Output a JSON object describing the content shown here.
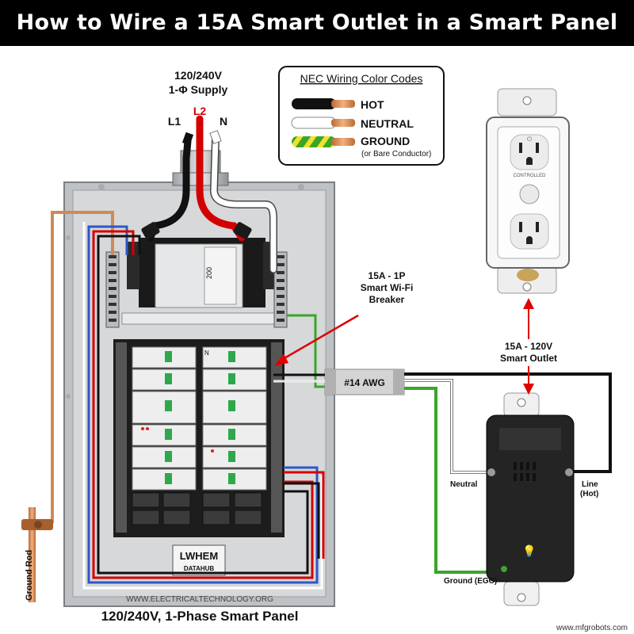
{
  "title": "How to Wire a 15A Smart Outlet in a Smart Panel",
  "supply": {
    "label_line1": "120/240V",
    "label_line2": "1-Φ Supply",
    "l1": "L1",
    "l2": "L2",
    "n": "N"
  },
  "legend": {
    "title": "NEC Wiring  Color Codes",
    "items": [
      {
        "label": "HOT",
        "sub": ""
      },
      {
        "label": "NEUTRAL",
        "sub": ""
      },
      {
        "label": "GROUND",
        "sub": "(or Bare Conductor)"
      }
    ]
  },
  "breaker": {
    "line1": "15A - 1P",
    "line2": "Smart Wi-Fi",
    "line3": "Breaker",
    "rating_200": "200",
    "n_marks": [
      "N",
      "N",
      "N",
      "N"
    ]
  },
  "outlet": {
    "line1": "15A - 120V",
    "line2": "Smart Outlet",
    "controlled": "CONTROLLED"
  },
  "cable": {
    "gauge": "#14 AWG"
  },
  "wire_labels": {
    "neutral": "Neutral",
    "line": "Line",
    "hot": "(Hot)",
    "ground": "Ground (EGC)",
    "ground_rod": "Ground Rod"
  },
  "panel": {
    "brand": "LWHEM",
    "brand_sub": "DATAHUB",
    "watermark": "WWW.ELECTRICALTECHNOLOGY.ORG",
    "caption": "120/240V, 1-Phase Smart Panel"
  },
  "credit": "www.mfgrobots.com",
  "colors": {
    "hot": "#111111",
    "l2": "#d40000",
    "neutral": "#ffffff",
    "ground": "#3aa52a",
    "bus_blue": "#2f56c8",
    "copper": "#d08a55",
    "arrow": "#e00000"
  }
}
